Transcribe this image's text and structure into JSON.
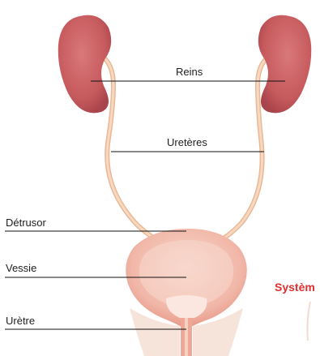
{
  "labels": {
    "reins": "Reins",
    "ureteres": "Uretères",
    "detrusor": "Détrusor",
    "vessie": "Vessie",
    "uretre": "Urètre"
  },
  "side_title": "Systèm",
  "colors": {
    "kidney": "#c95a5c",
    "kidney_dark": "#a9434a",
    "ureter": "#f3c6a5",
    "bladder": "#f2b4a6",
    "bladder_inner": "#f7d0c4",
    "pelvis": "#f6e3d8",
    "accent_red": "#e02f2f"
  }
}
